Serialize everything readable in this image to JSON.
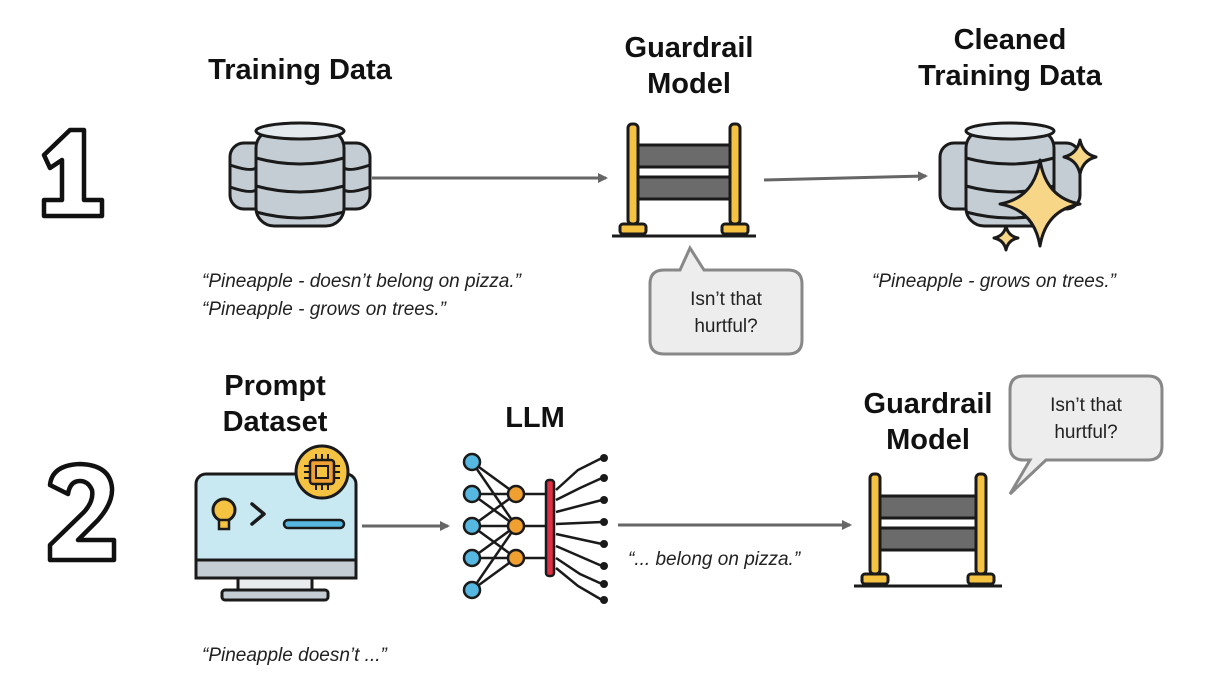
{
  "row1": {
    "step_number": "1",
    "source_title": [
      "Training Data"
    ],
    "guardrail_title": [
      "Guardrail",
      "Model"
    ],
    "cleaned_title": [
      "Cleaned",
      "Training Data"
    ],
    "source_quotes": [
      "“Pineapple - doesn’t belong on pizza.”",
      "“Pineapple - grows on trees.”"
    ],
    "bubble": [
      "Isn’t that",
      "hurtful?"
    ],
    "cleaned_quote": "“Pineapple - grows on trees.”"
  },
  "row2": {
    "step_number": "2",
    "prompt_title": [
      "Prompt",
      "Dataset"
    ],
    "llm_title": "LLM",
    "guardrail_title": [
      "Guardrail",
      "Model"
    ],
    "bubble": [
      "Isn’t that",
      "hurtful?"
    ],
    "output_quote": "“... belong on pizza.”",
    "prompt_quote": "“Pineapple doesn’t ...”"
  },
  "colors": {
    "db_fill": "#c5cdd4",
    "db_stroke": "#1a1a1a",
    "guardrail_post": "#f5c242",
    "guardrail_bar": "#6b6b6b",
    "sparkle": "#f8d687",
    "arrow": "#666666",
    "bubble_fill": "#ededed",
    "bubble_stroke": "#888888",
    "screen_fill": "#c9e9f2",
    "chip_fill": "#f5c242",
    "node_blue": "#56b8e0",
    "node_orange": "#f0a030",
    "llm_bar": "#e03045"
  },
  "icons": [
    "database-icon",
    "guardrail-icon",
    "sparkle-icon",
    "monitor-icon",
    "chip-icon",
    "neural-network-icon"
  ]
}
